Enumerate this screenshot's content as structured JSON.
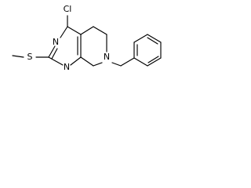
{
  "molecule": {
    "atoms": {
      "chlorine": "Cl",
      "nitrogen_top": "N",
      "nitrogen_bottom": "N",
      "nitrogen_ring": "N",
      "sulfur": "S"
    },
    "colors": {
      "bond": "#000000",
      "label": "#000000",
      "background": "#ffffff"
    }
  }
}
